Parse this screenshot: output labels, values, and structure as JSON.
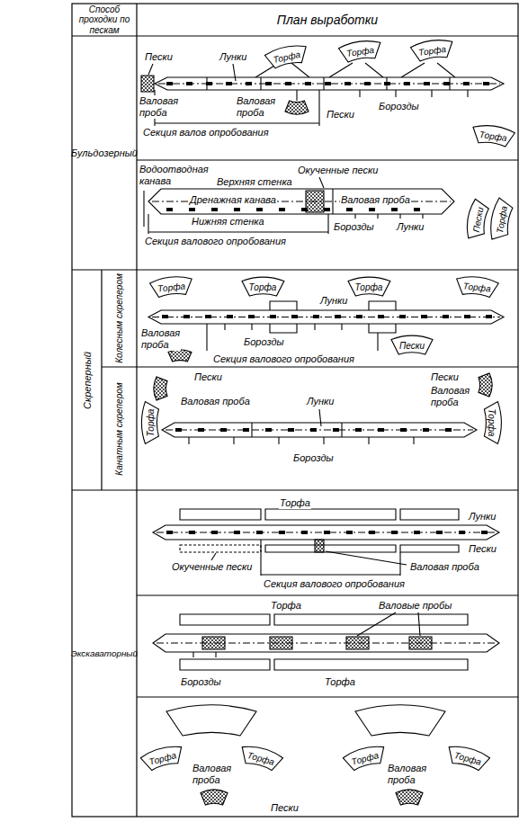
{
  "diagram": {
    "nodes": [
      {
        "text": [
          "Способ проходки по пескам"
        ]
      },
      {
        "text": [
          "План выработки"
        ]
      },
      {
        "text": [
          "Бульдозерный"
        ]
      },
      {
        "text": [
          "Торфа"
        ]
      },
      {
        "text": [
          "Торфа"
        ]
      },
      {
        "text": [
          "Торфа"
        ]
      },
      {
        "text": [
          "Торфа"
        ]
      },
      {
        "text": [
          "Пески"
        ]
      },
      {
        "text": [
          "Торфа"
        ]
      },
      {
        "text": [
          "Скреперный"
        ]
      },
      {
        "text": [
          "Колесным скрепером"
        ]
      },
      {
        "text": [
          "Торфа"
        ]
      },
      {
        "text": [
          "Торфа"
        ]
      },
      {
        "text": [
          "Торфа"
        ]
      },
      {
        "text": [
          "Торфа"
        ]
      },
      {
        "text": [
          "Пески"
        ]
      },
      {
        "text": [
          "Канатным скрепером"
        ]
      },
      {
        "text": [
          "Торфа"
        ]
      },
      {
        "text": [
          "Торфа"
        ]
      },
      {
        "text": [
          "Экскаваторный"
        ]
      },
      {
        "text": [
          "Торфа"
        ]
      },
      {
        "text": [
          "Торфа"
        ]
      },
      {
        "text": [
          "Торфа"
        ]
      },
      {
        "text": [
          "Торфа"
        ]
      }
    ],
    "labels": [
      "Пески",
      "Лунки",
      "Валовая проба",
      "Валовая проба",
      "Пески",
      "Борозды",
      "Секция валов опробования",
      "Водоотводная канава",
      "Окученные пески",
      "Верхняя стенка",
      "Дренажная канава",
      "Валовая проба",
      "Нижняя стенка",
      "Секция валового опробования",
      "Борозды",
      "Лунки",
      "Лунки",
      "Валовая проба",
      "Борозды",
      "Секция валового опробования",
      "Пески",
      "Пески",
      "Валовая проба",
      "Лунки",
      "Валовая проба",
      "Борозды",
      "Торфа",
      "Лунки",
      "Пески",
      "Окученные пески",
      "Валовая проба",
      "Секция валового опробования",
      "Торфа",
      "Валовые пробы",
      "Борозды",
      "Торфа",
      "Валовая проба",
      "Валовая проба",
      "Пески"
    ]
  }
}
